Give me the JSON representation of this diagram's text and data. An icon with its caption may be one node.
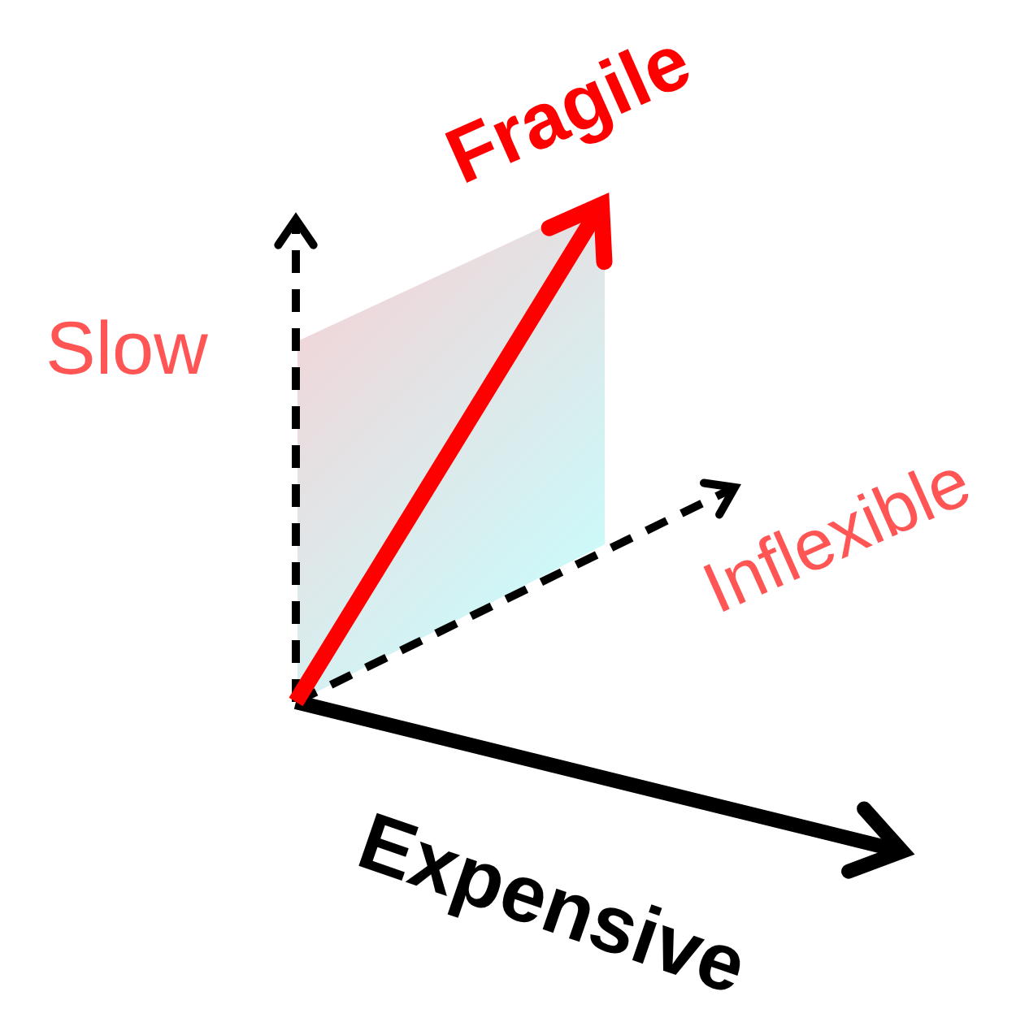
{
  "diagram": {
    "labels": [
      "Fragile",
      "Slow",
      "Inflexible",
      "Expensive"
    ]
  }
}
